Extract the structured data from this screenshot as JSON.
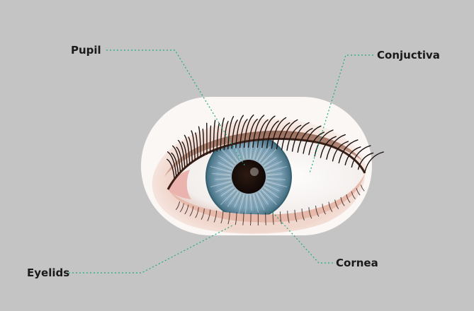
{
  "diagram": {
    "labels": {
      "pupil": "Pupil",
      "conjuctiva": "Conjuctiva",
      "eyelids": "Eyelids",
      "cornea": "Cornea"
    },
    "colors": {
      "background": "#c4c4c4",
      "leader_line": "#1faa86",
      "iris": "#7fa3b8",
      "pupil": "#1b0f0a",
      "eyelid_skin": "#f1dcd4",
      "sclera": "#f7f5f4"
    }
  }
}
